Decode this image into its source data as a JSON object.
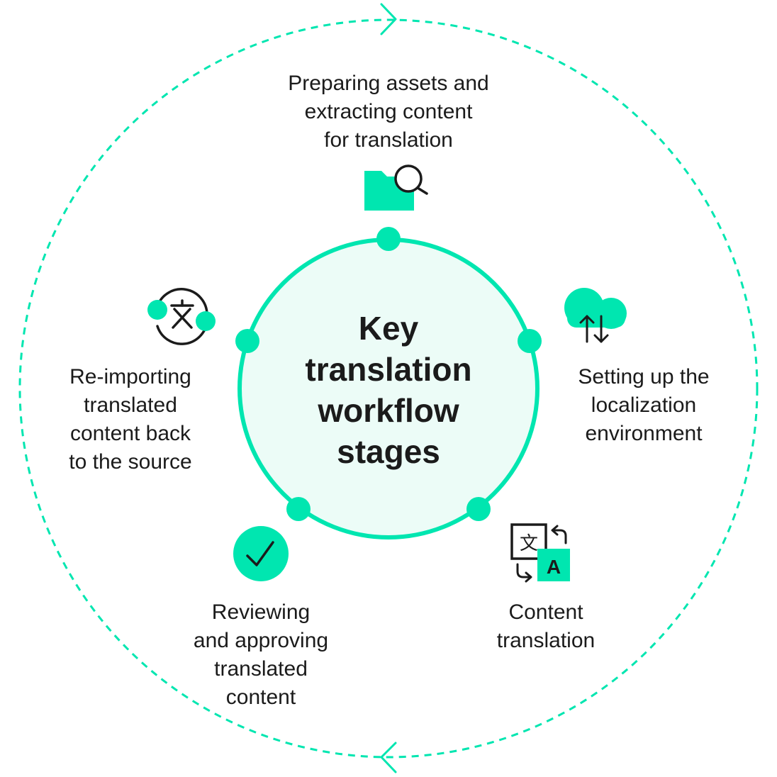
{
  "diagram": {
    "center_title": "Key\ntranslation\nworkflow\nstages",
    "accent_color": "#00e6b0",
    "center_fill": "#ecfcf7",
    "ink_color": "#1b1b1b",
    "stages": [
      {
        "label": "Preparing assets and\nextracting content\nfor translation",
        "icon": "folder-search-icon"
      },
      {
        "label": "Setting up the\nlocalization\nenvironment",
        "icon": "cloud-sync-icon"
      },
      {
        "label": "Content\ntranslation",
        "icon": "translate-icon"
      },
      {
        "label": "Reviewing\nand approving\ntranslated\ncontent",
        "icon": "checkmark-icon"
      },
      {
        "label": "Re-importing\ntranslated\ncontent back\nto the source",
        "icon": "reimport-translate-icon"
      }
    ]
  }
}
